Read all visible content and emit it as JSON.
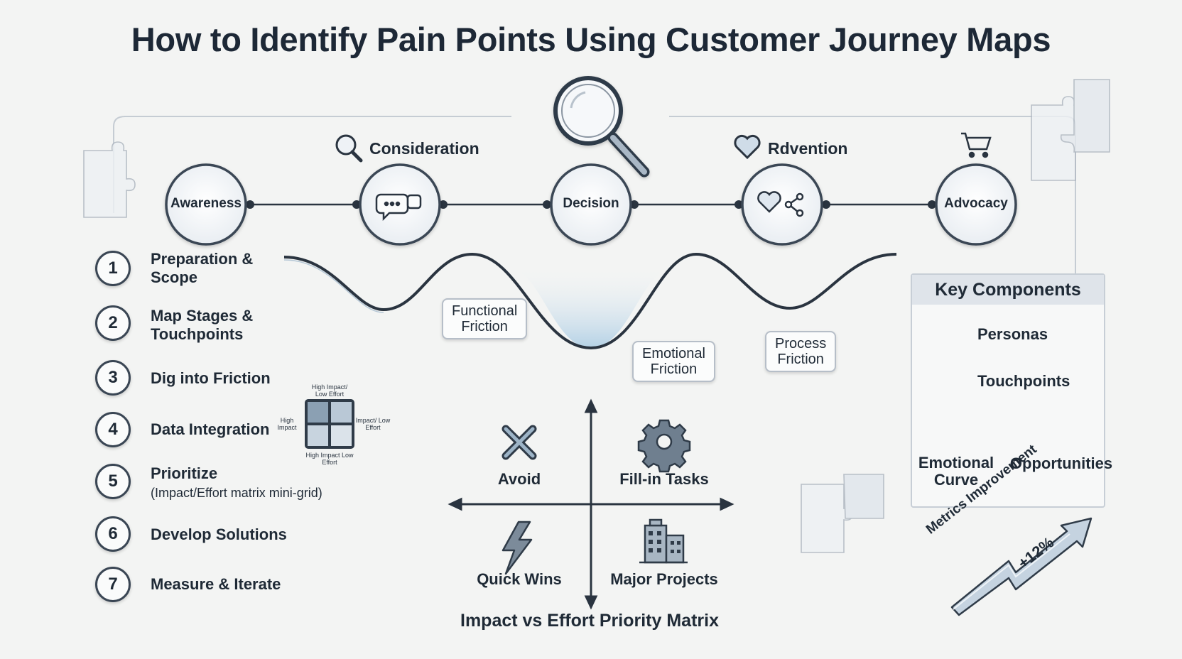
{
  "title": "How to Identify Pain Points Using Customer Journey Maps",
  "stages": {
    "awareness": "Awareness",
    "consideration": "Consideration",
    "decision": "Decision",
    "retention": "Rdvention",
    "advocacy": "Advocacy"
  },
  "steps": [
    {
      "num": "1",
      "label_line1": "Preparation &",
      "label_line2": "Scope"
    },
    {
      "num": "2",
      "label_line1": "Map Stages &",
      "label_line2": "Touchpoints"
    },
    {
      "num": "3",
      "label": "Dig into Friction"
    },
    {
      "num": "4",
      "label": "Data Integration"
    },
    {
      "num": "5",
      "label": "Prioritize",
      "sub": "(Impact/Effort matrix mini-grid)"
    },
    {
      "num": "6",
      "label": "Develop Solutions"
    },
    {
      "num": "7",
      "label": "Measure & Iterate"
    }
  ],
  "mini_grid": {
    "top": "High Impact/ Low Effort",
    "left": "High Impact",
    "right": "Impact/ Low Effort",
    "bottom": "High Impact Low Effort"
  },
  "friction": {
    "functional": [
      "Functional",
      "Friction"
    ],
    "emotional": [
      "Emotional",
      "Friction"
    ],
    "process": [
      "Process",
      "Friction"
    ]
  },
  "matrix": {
    "title": "Impact vs Effort Priority Matrix",
    "avoid": "Avoid",
    "fill_in": "Fill-in Tasks",
    "quick_wins": "Quick Wins",
    "major_projects": "Major Projects"
  },
  "key_components": {
    "header": "Key Components",
    "personas": "Personas",
    "touchpoints": "Touchpoints",
    "emotional_curve": [
      "Emotional",
      "Curve"
    ],
    "opportunities": "Opportunities"
  },
  "metrics": {
    "label": "Metrics Improvement",
    "value": "+12%"
  },
  "colors": {
    "ink": "#1f2a36",
    "outline": "#3a4654",
    "accent_blue": "#9fc3dd",
    "panel_header": "#dfe4ea"
  }
}
